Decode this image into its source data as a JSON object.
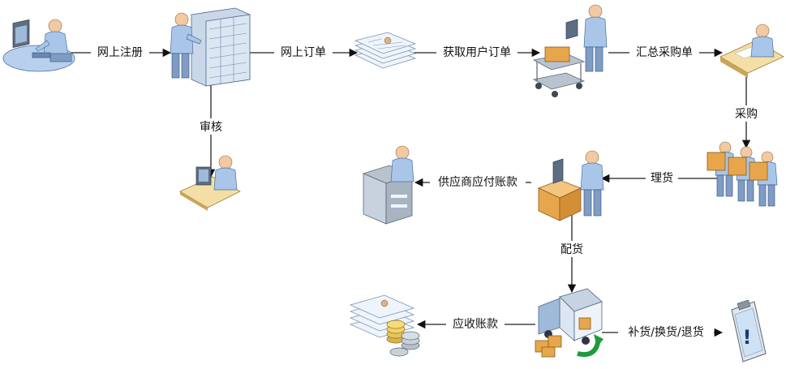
{
  "labels": {
    "register": "网上注册",
    "online_order": "网上订单",
    "get_orders": "获取用户订单",
    "summarize": "汇总采购单",
    "review": "审核",
    "purchase": "采购",
    "sorting": "理货",
    "supplier_payable": "供应商应付账款",
    "distribution": "配货",
    "receivable": "应收账款",
    "returns": "补货/换货/退货"
  },
  "nodes": [
    {
      "id": "customer",
      "icon": "person-at-computer-icon"
    },
    {
      "id": "server",
      "icon": "person-at-server-rack-icon"
    },
    {
      "id": "auditor",
      "icon": "person-at-desk-icon"
    },
    {
      "id": "orders",
      "icon": "order-documents-icon"
    },
    {
      "id": "cart",
      "icon": "person-with-cart-icon"
    },
    {
      "id": "purchaser",
      "icon": "person-writing-desk-icon"
    },
    {
      "id": "sorters",
      "icon": "workers-with-boxes-icon"
    },
    {
      "id": "packer",
      "icon": "person-packing-box-icon"
    },
    {
      "id": "accountant",
      "icon": "person-at-copier-icon"
    },
    {
      "id": "truck",
      "icon": "delivery-truck-icon"
    },
    {
      "id": "receivable-docs",
      "icon": "documents-with-coins-icon"
    },
    {
      "id": "clipboard",
      "icon": "alert-clipboard-icon"
    }
  ]
}
